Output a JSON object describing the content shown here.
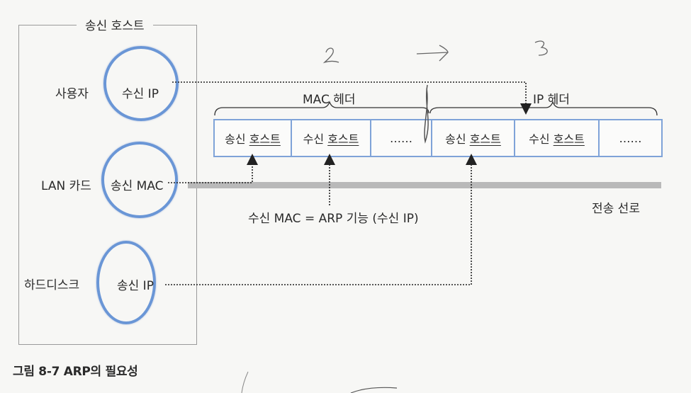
{
  "figure": {
    "caption": "그림 8-7  ARP의 필요성"
  },
  "host": {
    "title": "송신 호스트",
    "rows": [
      {
        "label": "사용자",
        "circle": "수신 IP"
      },
      {
        "label": "LAN 카드",
        "circle": "송신 MAC"
      },
      {
        "label": "하드디스크",
        "circle": "송신 IP"
      }
    ]
  },
  "frame": {
    "mac_header_label": "MAC 헤더",
    "ip_header_label": "IP 헤더",
    "mac_cells": [
      {
        "prefix": "송신 ",
        "underlined": "호스트"
      },
      {
        "prefix": "수신 ",
        "underlined": "호스트"
      },
      {
        "prefix": "",
        "underlined": "",
        "text": "……"
      }
    ],
    "ip_cells": [
      {
        "prefix": "송신 ",
        "underlined": "호스트"
      },
      {
        "prefix": "수신 ",
        "underlined": "호스트"
      },
      {
        "prefix": "",
        "underlined": "",
        "text": "……"
      }
    ]
  },
  "annotations": {
    "arp_formula": "수신 MAC = ARP 기능 (수신 IP)",
    "transmission_line": "전송 선로"
  },
  "handwriting": {
    "mark_2": "2",
    "arrow": "→",
    "mark_3": "3"
  },
  "colors": {
    "circle_stroke": "#6a96d6",
    "cell_border": "#7fa3d8",
    "line_bar": "#b9b9b9"
  }
}
